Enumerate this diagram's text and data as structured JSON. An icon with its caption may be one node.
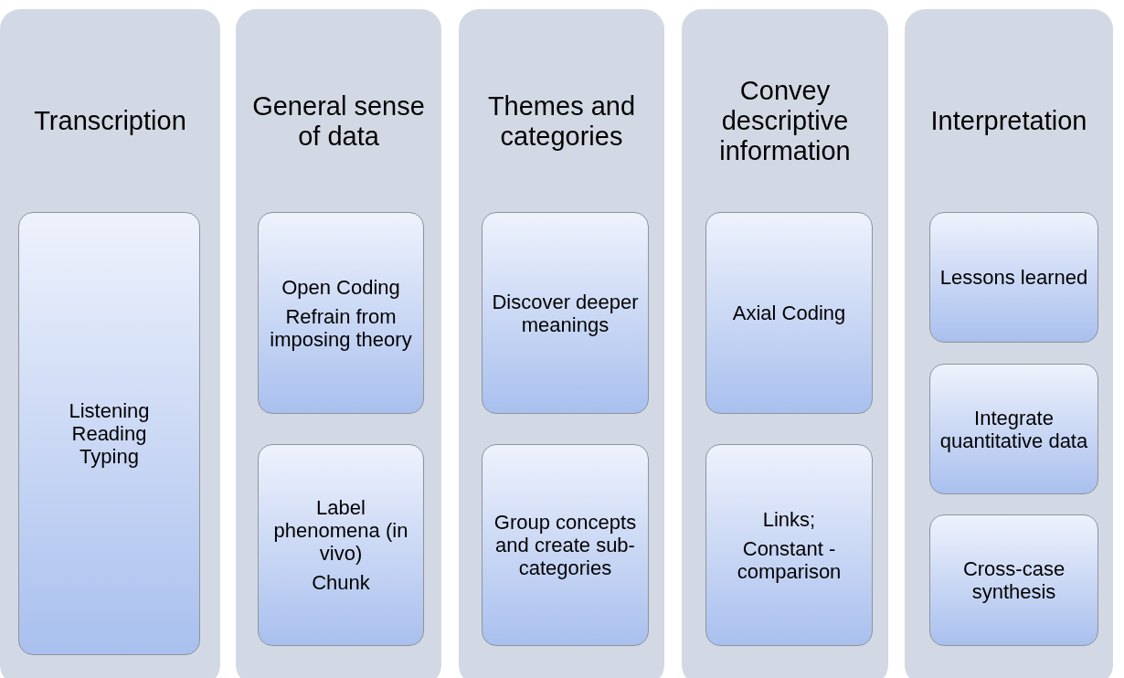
{
  "diagram": {
    "nodes": [
      {
        "text": [
          "Transcription"
        ]
      },
      {
        "text": [
          "Listening",
          "Reading",
          "Typing"
        ],
        "in": 0
      },
      {
        "text": [
          "General sense of data"
        ]
      },
      {
        "text": [
          "Open Coding",
          "Refrain from imposing theory"
        ],
        "in": 2
      },
      {
        "text": [
          "Label phenomena (in vivo)",
          "Chunk"
        ],
        "in": 2
      },
      {
        "text": [
          "Themes and categories"
        ]
      },
      {
        "text": [
          "Discover deeper meanings"
        ],
        "in": 5
      },
      {
        "text": [
          "Group concepts and create sub-categories"
        ],
        "in": 5
      },
      {
        "text": [
          "Convey descriptive information"
        ]
      },
      {
        "text": [
          "Axial Coding"
        ],
        "in": 8
      },
      {
        "text": [
          "Links;",
          "Constant - comparison"
        ],
        "in": 8
      },
      {
        "text": [
          "Interpretation"
        ]
      },
      {
        "text": [
          "Lessons learned"
        ],
        "in": 11
      },
      {
        "text": [
          "Integrate quantitative data"
        ],
        "in": 11
      },
      {
        "text": [
          "Cross-case synthesis"
        ],
        "in": 11
      }
    ]
  }
}
